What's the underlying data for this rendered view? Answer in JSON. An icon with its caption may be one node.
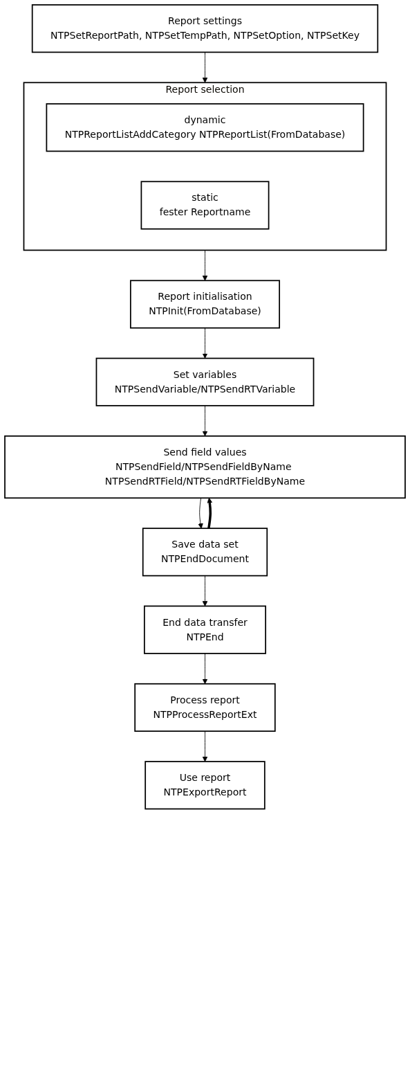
{
  "diagram": {
    "nodes": [
      {
        "text": [
          "Report settings",
          "NTPSetReportPath, NTPSetTempPath, NTPSetOption, NTPSetKey"
        ]
      },
      {
        "text": [
          "Report selection"
        ]
      },
      {
        "text": [
          "dynamic",
          "NTPReportListAddCategory NTPReportList(FromDatabase)"
        ],
        "in": 1
      },
      {
        "text": [
          "static",
          "fester Reportname"
        ],
        "in": 1
      },
      {
        "text": [
          "Report initialisation",
          "NTPInit(FromDatabase)"
        ]
      },
      {
        "text": [
          "Set variables",
          "NTPSendVariable/NTPSendRTVariable"
        ]
      },
      {
        "text": [
          "Send field values",
          "NTPSendField/NTPSendFieldByName NTPSendRTField/NTPSendRTFieldByName"
        ]
      },
      {
        "text": [
          "Save data set",
          "NTPEndDocument"
        ]
      },
      {
        "text": [
          "End data transfer",
          "NTPEnd"
        ]
      },
      {
        "text": [
          "Process report",
          "NTPProcessReportExt"
        ]
      },
      {
        "text": [
          "Use report",
          "NTPExportReport"
        ]
      }
    ],
    "edges": [
      {
        "from": 0,
        "to": 1,
        "arrow": "to"
      },
      {
        "from": 1,
        "to": 4,
        "arrow": "to"
      },
      {
        "from": 4,
        "to": 5,
        "arrow": "to"
      },
      {
        "from": 5,
        "to": 6,
        "arrow": "to"
      },
      {
        "from": 6,
        "to": 7,
        "arrow": "to"
      },
      {
        "from": 7,
        "to": 6,
        "arrow": "to",
        "style": "thick"
      },
      {
        "from": 7,
        "to": 8,
        "arrow": "to"
      },
      {
        "from": 8,
        "to": 9,
        "arrow": "to"
      },
      {
        "from": 9,
        "to": 10,
        "arrow": "to"
      }
    ]
  }
}
